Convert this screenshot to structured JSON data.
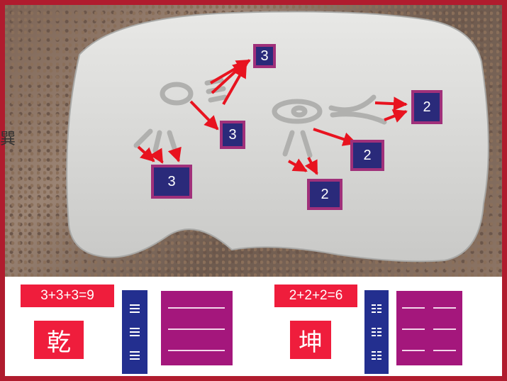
{
  "photo": {
    "side_char": "巽",
    "labels": [
      "3",
      "3",
      "3",
      "2",
      "2",
      "2"
    ]
  },
  "left_panel": {
    "equation": "3+3+3=9",
    "name": "乾"
  },
  "right_panel": {
    "equation": "2+2+2=6",
    "name": "坤"
  },
  "colors": {
    "frame": "#b01c2e",
    "red_label": "#ef1d3c",
    "blue": "#232f8f",
    "purple": "#a4177c",
    "number_box": "#2a2a7a",
    "arrow": "#e8131f"
  }
}
